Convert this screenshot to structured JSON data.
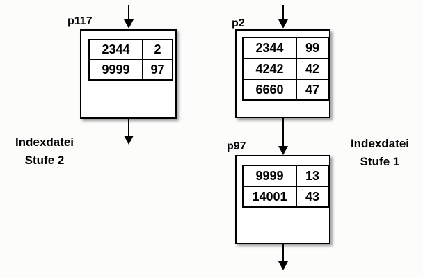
{
  "diagram": {
    "side_labels": {
      "stufe2": {
        "line1": "Indexdatei",
        "line2": "Stufe 2"
      },
      "stufe1": {
        "line1": "Indexdatei",
        "line2": "Stufe 1"
      }
    },
    "nodes": {
      "p117": {
        "label": "p117",
        "rows": [
          [
            "2344",
            "2"
          ],
          [
            "9999",
            "97"
          ]
        ]
      },
      "p2": {
        "label": "p2",
        "rows": [
          [
            "2344",
            "99"
          ],
          [
            "4242",
            "42"
          ],
          [
            "6660",
            "47"
          ]
        ]
      },
      "p97": {
        "label": "p97",
        "rows": [
          [
            "9999",
            "13"
          ],
          [
            "14001",
            "43"
          ]
        ]
      }
    },
    "icons": {
      "arrow_style": "down-arrow-solid-head"
    },
    "colors": {
      "line": "#000000",
      "box_fill": "#ffffff",
      "background": "#fcfcfb"
    }
  }
}
